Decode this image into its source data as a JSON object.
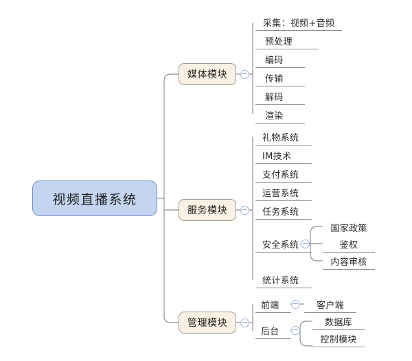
{
  "diagram": {
    "type": "mindmap",
    "title": "视频直播系统",
    "background": "#ffffff",
    "colors": {
      "root_fill": "#c3d5f0",
      "root_border": "#6f8fc6",
      "module_fill": "#fbf0e4",
      "module_border": "#9a9a96",
      "connector": "#8d8d8d",
      "toggle_border": "#9db3e0",
      "text": "#1d1d1d"
    },
    "root": {
      "label": "视频直播系统"
    },
    "branches": [
      {
        "id": "media",
        "label": "媒体模块",
        "toggle": "collapse-minus-icon",
        "children": [
          {
            "label": "采集：视频+音频"
          },
          {
            "label": "预处理"
          },
          {
            "label": "编码"
          },
          {
            "label": "传输"
          },
          {
            "label": "解码"
          },
          {
            "label": "渲染"
          }
        ]
      },
      {
        "id": "service",
        "label": "服务模块",
        "toggle": "collapse-minus-icon",
        "children": [
          {
            "label": "礼物系统"
          },
          {
            "label": "IM技术"
          },
          {
            "label": "支付系统"
          },
          {
            "label": "运营系统"
          },
          {
            "label": "任务系统"
          },
          {
            "label": "安全系统",
            "toggle": "collapse-minus-icon",
            "children": [
              {
                "label": "国家政策"
              },
              {
                "label": "鉴权"
              },
              {
                "label": "内容审核"
              }
            ]
          },
          {
            "label": "统计系统"
          }
        ]
      },
      {
        "id": "manage",
        "label": "管理模块",
        "toggle": "collapse-minus-icon",
        "children": [
          {
            "label": "前端",
            "toggle": "collapse-minus-icon",
            "children": [
              {
                "label": "客户端"
              }
            ]
          },
          {
            "label": "后台",
            "toggle": "collapse-minus-icon",
            "children": [
              {
                "label": "数据库"
              },
              {
                "label": "控制模块"
              }
            ]
          }
        ]
      }
    ]
  }
}
